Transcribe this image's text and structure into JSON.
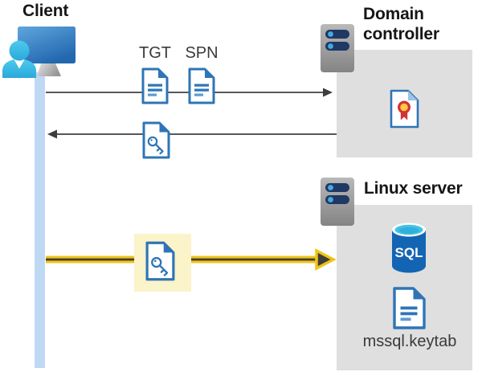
{
  "client": {
    "label": "Client"
  },
  "domain_controller": {
    "label": "Domain controller"
  },
  "linux_server": {
    "label": "Linux server",
    "sql_label": "SQL",
    "keytab_label": "mssql.keytab"
  },
  "requests": {
    "tgt_label": "TGT",
    "spn_label": "SPN"
  },
  "icons": {
    "client_workstation": "monitor with user silhouette",
    "server": "gray server tower with two status bars",
    "document": "blue-bordered document with text lines",
    "key_document": "document with key glyph (service ticket)",
    "certificate": "document with red rosette seal",
    "sql_database": "blue database cylinder labeled SQL"
  },
  "colors": {
    "doc_blue": "#2e75b6",
    "doc_line_light": "#5b9bd5",
    "lifeline_blue": "#bfd9f5",
    "person_cyan": "#3fc0e9",
    "gray_panel": "#dfdfdf",
    "server_bar_navy": "#1f3864",
    "server_dot_blue": "#45aadf",
    "arrow_gray": "#55575b",
    "arrow_yellow": "#efc319",
    "arrow_core_dark": "#3f3e36",
    "highlight_yellow": "#fbf3c9",
    "cert_red": "#d13438",
    "cert_gold": "#ffc83d",
    "sql_body_blue": "#1464b4",
    "sql_top_cyan": "#41c2e6"
  }
}
